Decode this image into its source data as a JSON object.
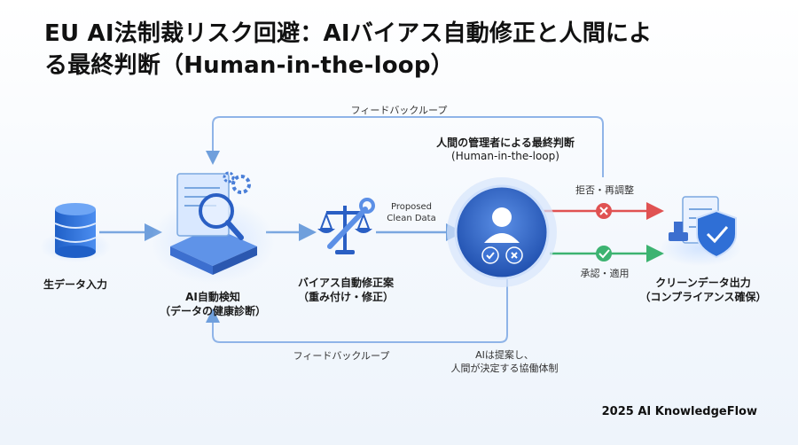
{
  "title": {
    "line1": "EU AI法制裁リスク回避：AIバイアス自動修正と人間によ",
    "line2": "る最終判断（Human-in-the-loop）"
  },
  "nodes": {
    "raw_data": "生データ入力",
    "detect_line1": "AI自動検知",
    "detect_line2": "（データの健康診断）",
    "fix_line1": "バイアス自動修正案",
    "fix_line2": "（重み付け・修正）",
    "human_line1": "人間の管理者による最終判断",
    "human_line2": "(Human-in-the-loop)",
    "clean_line1": "クリーンデータ出力",
    "clean_line2": "（コンプライアンス確保）"
  },
  "arrows": {
    "feedback_top": "フィードバックループ",
    "feedback_bottom": "フィードバックループ",
    "proposed_line1": "Proposed",
    "proposed_line2": "Clean Data",
    "reject": "拒否・再調整",
    "approve": "承認・適用"
  },
  "note": {
    "line1": "AIは提案し、",
    "line2": "人間が決定する協働体制"
  },
  "footer": "2025 AI KnowledgeFlow",
  "colors": {
    "primary_blue": "#2f6fd6",
    "reject_red": "#e05252",
    "approve_green": "#3cb371",
    "line_blue": "#7aa7e0"
  }
}
